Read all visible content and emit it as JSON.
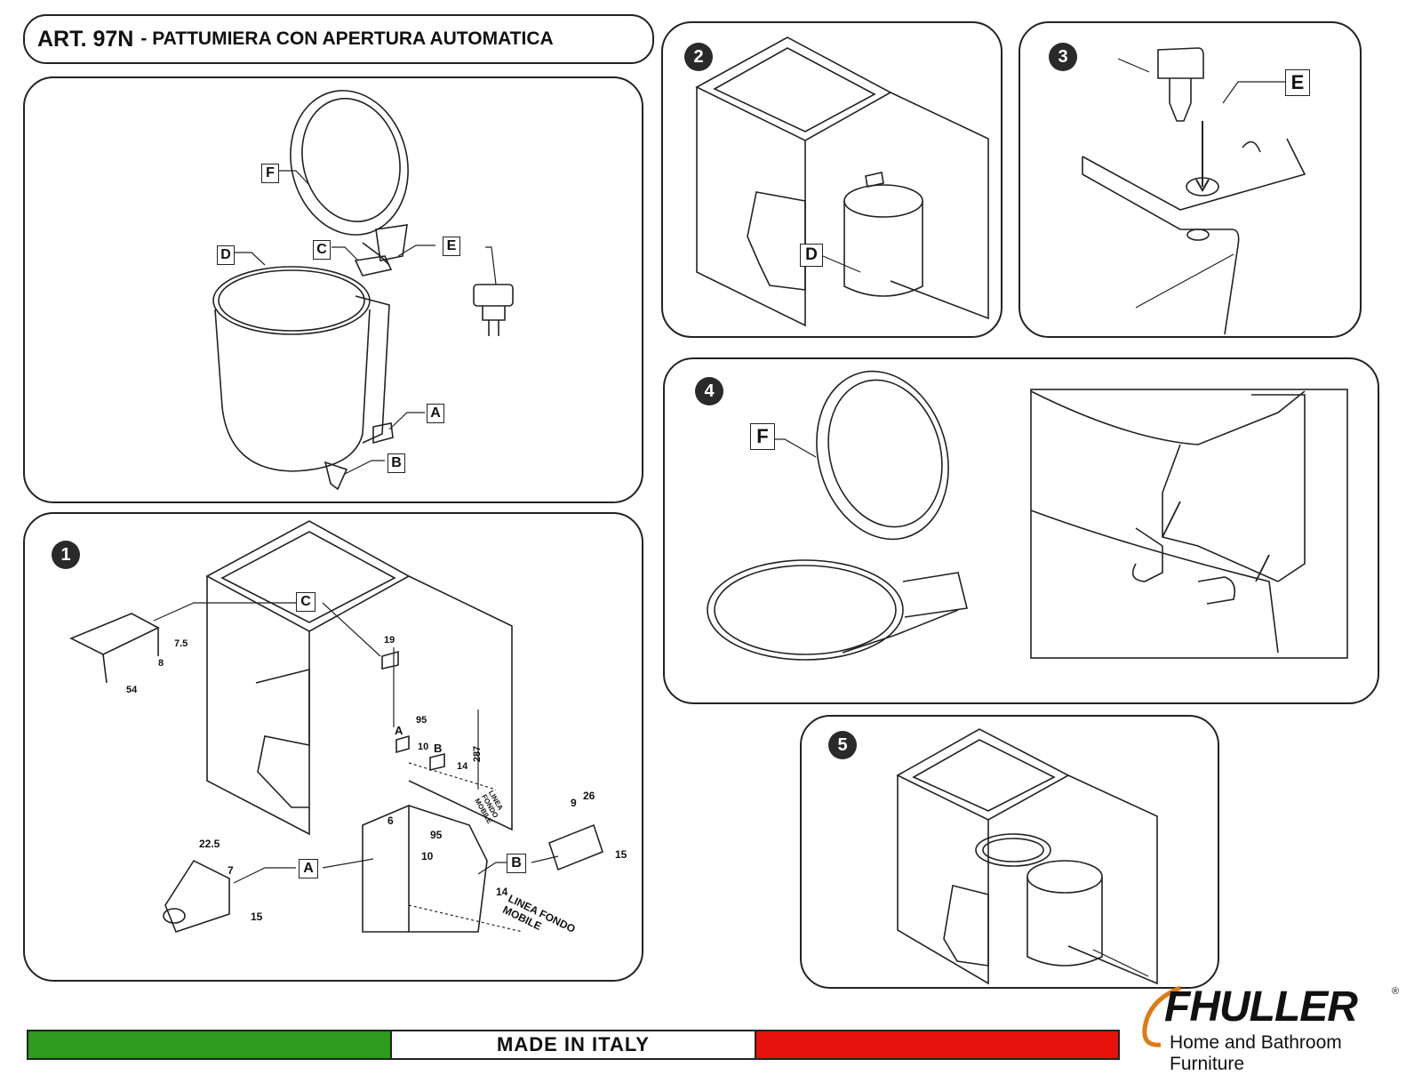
{
  "header": {
    "article": "ART. 97N",
    "description": "- PATTUMIERA CON APERTURA AUTOMATICA"
  },
  "panel_exploded": {
    "labels": [
      "F",
      "D",
      "C",
      "E",
      "A",
      "B"
    ]
  },
  "step1": {
    "number": "1",
    "labels": {
      "c": "C",
      "a_small": "A",
      "b_small": "B",
      "a": "A",
      "b": "B"
    },
    "dims": {
      "d75": "7.5",
      "d8": "8",
      "d54": "54",
      "d19": "19",
      "d95": "95",
      "d10": "10",
      "d14": "14",
      "d287": "287",
      "d6": "6",
      "d95b": "95",
      "d10b": "10",
      "d14b": "14",
      "d225": "22.5",
      "d7": "7",
      "d15": "15",
      "d26": "26",
      "d9": "9",
      "d15b": "15"
    },
    "linea_fondo": "LINEA FONDO MOBILE",
    "linea_fondo_small": "LINEA FONDO MOBILE"
  },
  "step2": {
    "number": "2",
    "label": "D"
  },
  "step3": {
    "number": "3",
    "label": "E"
  },
  "step4": {
    "number": "4",
    "label": "F"
  },
  "step5": {
    "number": "5"
  },
  "footer": {
    "made_in": "MADE IN ITALY",
    "flag_colors": [
      "#2e9a1e",
      "#ffffff",
      "#e8120c"
    ],
    "brand": "FHULLER",
    "registered": "®",
    "tagline": "Home and Bathroom Furniture",
    "brand_accent": "#e07a12"
  }
}
